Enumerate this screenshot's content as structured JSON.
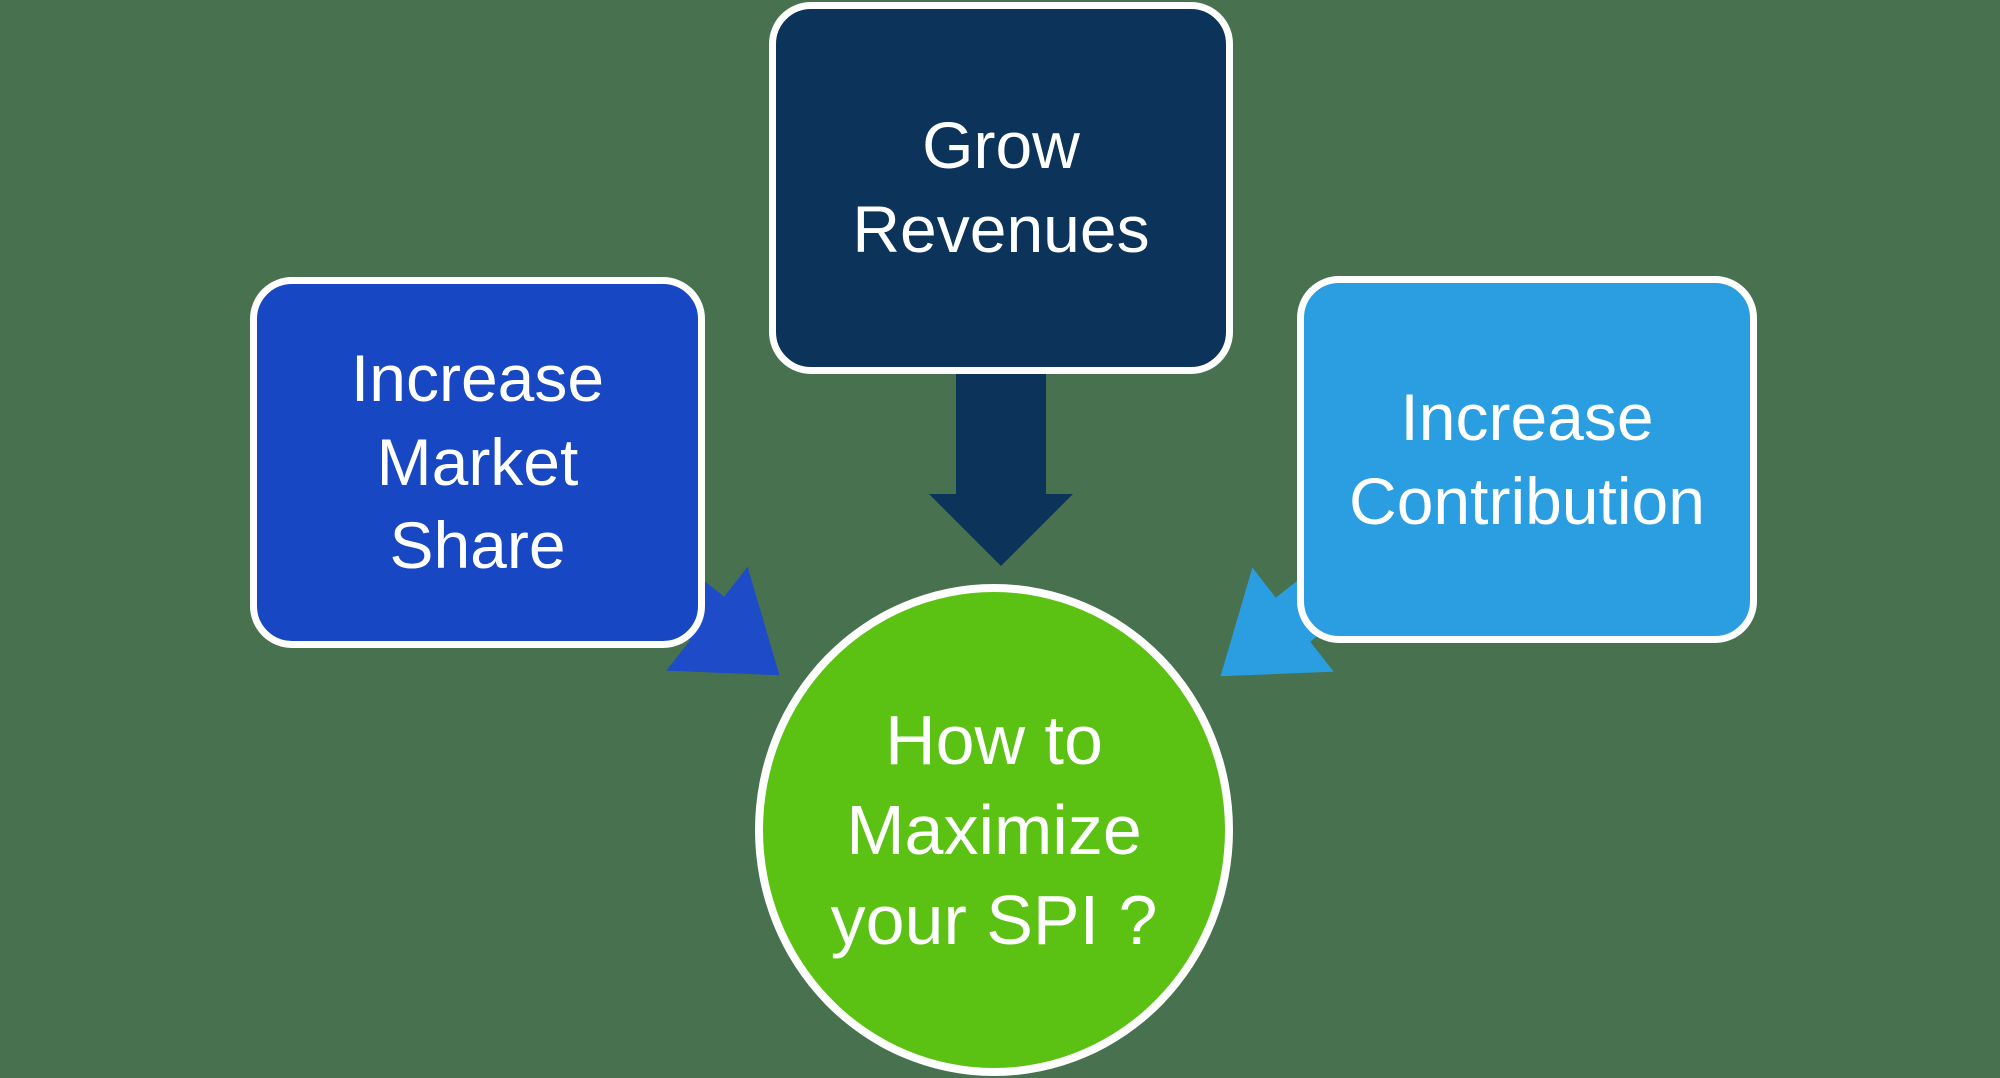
{
  "canvas": {
    "background_color": "#48724F"
  },
  "nodes": {
    "grow_revenues": {
      "lines": [
        "Grow",
        "Revenues"
      ],
      "color": "#0C335A",
      "shape": "rounded-rectangle"
    },
    "market_share": {
      "lines": [
        "Increase",
        "Market",
        "Share"
      ],
      "color": "#1847C3",
      "shape": "rounded-rectangle"
    },
    "contribution": {
      "lines": [
        "Increase",
        "Contribution"
      ],
      "color": "#2A9EE0",
      "shape": "rounded-rectangle"
    },
    "question": {
      "lines": [
        "How to",
        "Maximize",
        "your SPI ?"
      ],
      "color": "#5BC214",
      "shape": "circle"
    }
  },
  "arrows": {
    "center": {
      "color": "#0C335A",
      "direction": "down"
    },
    "left": {
      "color": "#1E4CC8",
      "direction": "down-right"
    },
    "right": {
      "color": "#2A9EE0",
      "direction": "down-left"
    }
  },
  "stroke_color": "#FFFFFF",
  "text_color": "#FFFFFF"
}
